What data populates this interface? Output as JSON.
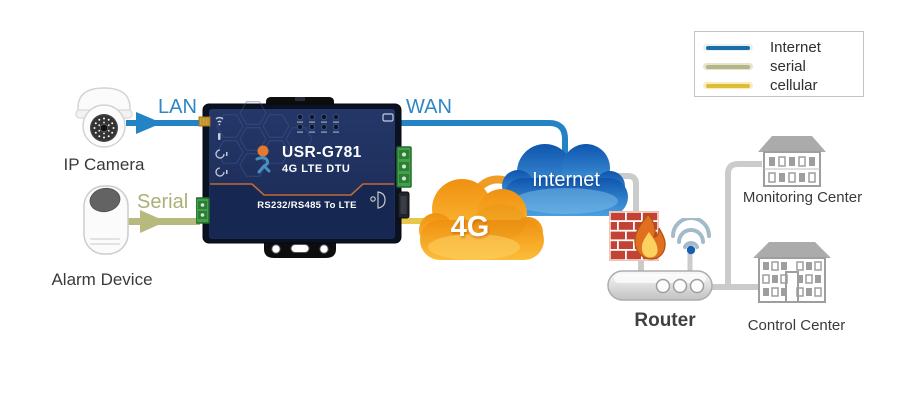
{
  "legend": {
    "items": [
      {
        "label": "Internet",
        "color": "#1b6da6"
      },
      {
        "label": "serial",
        "color": "#b4b785"
      },
      {
        "label": "cellular",
        "color": "#dcbd34"
      }
    ]
  },
  "nodes": {
    "ip_camera": {
      "label": "IP Camera",
      "icon": "dome-camera-icon"
    },
    "alarm_device": {
      "label": "Alarm Device",
      "icon": "alarm-sensor-icon"
    },
    "dtu": {
      "model": "USR-G781",
      "subtitle": "4G LTE DTU",
      "panel_caption": "RS232/RS485 To LTE",
      "icon": "dtu-device-icon"
    },
    "cloud_4g": {
      "label": "4G",
      "color": "#f5a221",
      "icon": "cloud-icon"
    },
    "cloud_internet": {
      "label": "Internet",
      "color": "#2e7fd0",
      "icon": "cloud-icon"
    },
    "firewall": {
      "icon": "firewall-icon"
    },
    "wifi": {
      "icon": "wifi-icon"
    },
    "router": {
      "label": "Router",
      "icon": "router-icon"
    },
    "monitoring_center": {
      "label": "Monitoring Center",
      "icon": "building-icon"
    },
    "control_center": {
      "label": "Control Center",
      "icon": "building-icon"
    }
  },
  "links": {
    "lan": {
      "label": "LAN",
      "color": "#2383c4"
    },
    "wan": {
      "label": "WAN",
      "color": "#2383c4"
    },
    "serial": {
      "label": "Serial",
      "color": "#b7ba7c"
    },
    "cellular": {
      "color": "#e6c94b"
    }
  }
}
